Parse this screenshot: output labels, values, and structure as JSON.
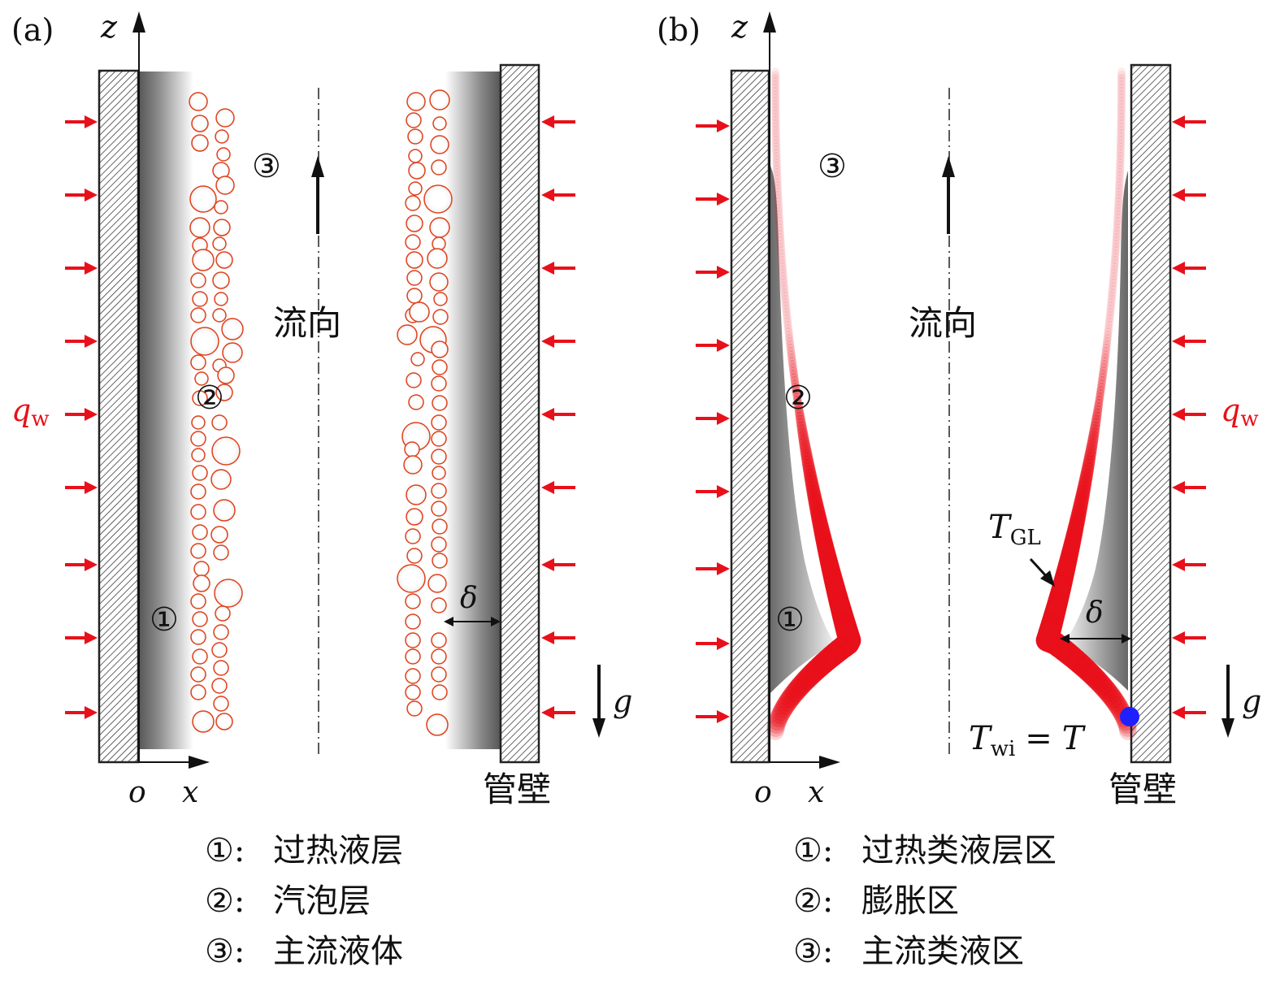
{
  "panel_a": {
    "label": "(a)",
    "z_axis": "z",
    "origin": "o",
    "x_axis": "x",
    "heat_flux": "q",
    "heat_flux_sub": "w",
    "flow_direction": "流向",
    "gravity": "g",
    "delta": "δ",
    "wall_label": "管壁",
    "region_1": "①",
    "region_2": "②",
    "region_3": "③",
    "legend": [
      {
        "marker": "①:",
        "text": "过热液层"
      },
      {
        "marker": "②:",
        "text": "汽泡层"
      },
      {
        "marker": "③:",
        "text": "主流液体"
      }
    ]
  },
  "panel_b": {
    "label": "(b)",
    "z_axis": "z",
    "origin": "o",
    "x_axis": "x",
    "heat_flux": "q",
    "heat_flux_sub": "w",
    "flow_direction": "流向",
    "gravity": "g",
    "delta": "δ",
    "wall_label": "管壁",
    "tgl": "T",
    "tgl_sub": "GL",
    "twi_left": "T",
    "twi_sub": "wi",
    "twi_eq": "=",
    "twi_right": "T",
    "region_1": "①",
    "region_2": "②",
    "region_3": "③",
    "legend": [
      {
        "marker": "①:",
        "text": "过热类液层区"
      },
      {
        "marker": "②:",
        "text": "膨胀区"
      },
      {
        "marker": "③:",
        "text": "主流类液区"
      }
    ]
  },
  "colors": {
    "heat_arrow": "#e8101a",
    "bubble": "#e0401a",
    "twi_point": "#2020ff",
    "ink": "#111111"
  }
}
